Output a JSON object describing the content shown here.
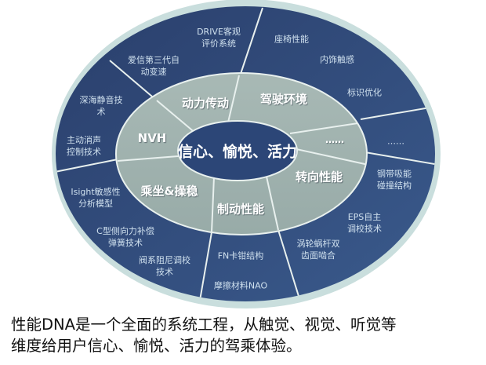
{
  "diagram": {
    "core_label": "信心、愉悦、活力",
    "middle_ring": [
      {
        "label": "动力传动"
      },
      {
        "label": "驾驶环境"
      },
      {
        "label": "……"
      },
      {
        "label": "转向性能"
      },
      {
        "label": "制动性能"
      },
      {
        "label": "乘坐&操稳"
      },
      {
        "label": "NVH"
      }
    ],
    "outer_ring": [
      {
        "label": "DRIVE客观\n评价系统"
      },
      {
        "label": "爱信第三代自\n动变速"
      },
      {
        "label": "座椅性能"
      },
      {
        "label": "内饰触感"
      },
      {
        "label": "标识优化"
      },
      {
        "label": "……"
      },
      {
        "label": "钢带吸能\n碰撞结构"
      },
      {
        "label": "EPS自主\n调校技术"
      },
      {
        "label": "涡轮蜗杆双\n齿面啮合"
      },
      {
        "label": "FN卡钳结构"
      },
      {
        "label": "摩擦材料NAO"
      },
      {
        "label": "阀系阻尼调校\n技术"
      },
      {
        "label": "C型侧向力补偿\n弹簧技术"
      },
      {
        "label": "Isight敏感性\n分析模型"
      },
      {
        "label": "深海静音技\n术"
      },
      {
        "label": "主动消声\n控制技术"
      }
    ],
    "colors": {
      "outer_border": "#c9dedd",
      "outer_ring": "#2f4a7a",
      "middle_ring": "#9fb1ad",
      "core": "#2c4677",
      "divider": "#e8f0ee"
    }
  },
  "caption": {
    "line1": "性能DNA是一个全面的系统工程，从触觉、视觉、听觉等",
    "line2": "维度给用户信心、愉悦、活力的驾乘体验。"
  }
}
